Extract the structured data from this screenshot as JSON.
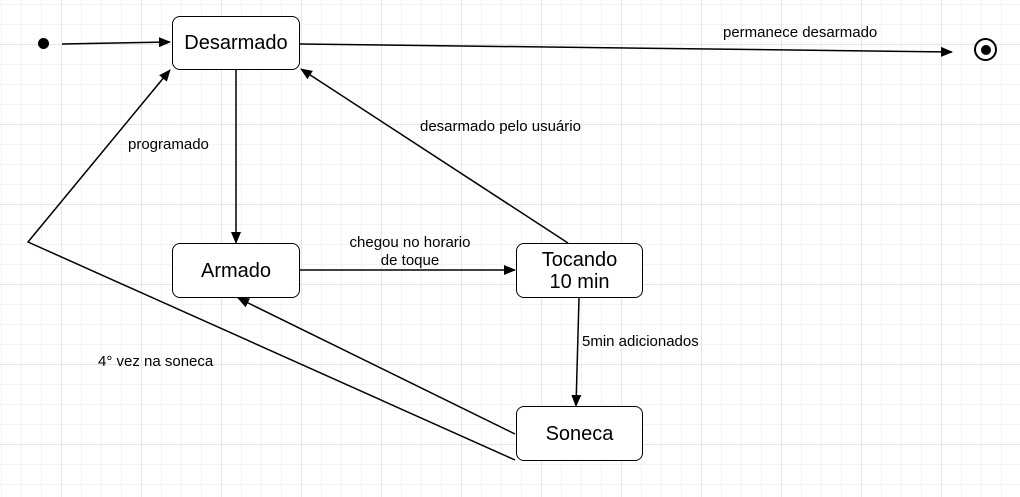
{
  "states": {
    "desarmado": "Desarmado",
    "armado": "Armado",
    "tocando_line1": "Tocando",
    "tocando_line2": "10 min",
    "soneca": "Soneca"
  },
  "transitions": {
    "permanece": "permanece desarmado",
    "programado": "programado",
    "desarmado_usuario": "desarmado pelo usuário",
    "chegou_line1": "chegou no horario",
    "chegou_line2": "de toque",
    "adicionados": "5min adicionados",
    "quarta_vez": "4° vez na soneca"
  },
  "colors": {
    "stroke": "#000000",
    "grid": "#e6e6e6"
  }
}
